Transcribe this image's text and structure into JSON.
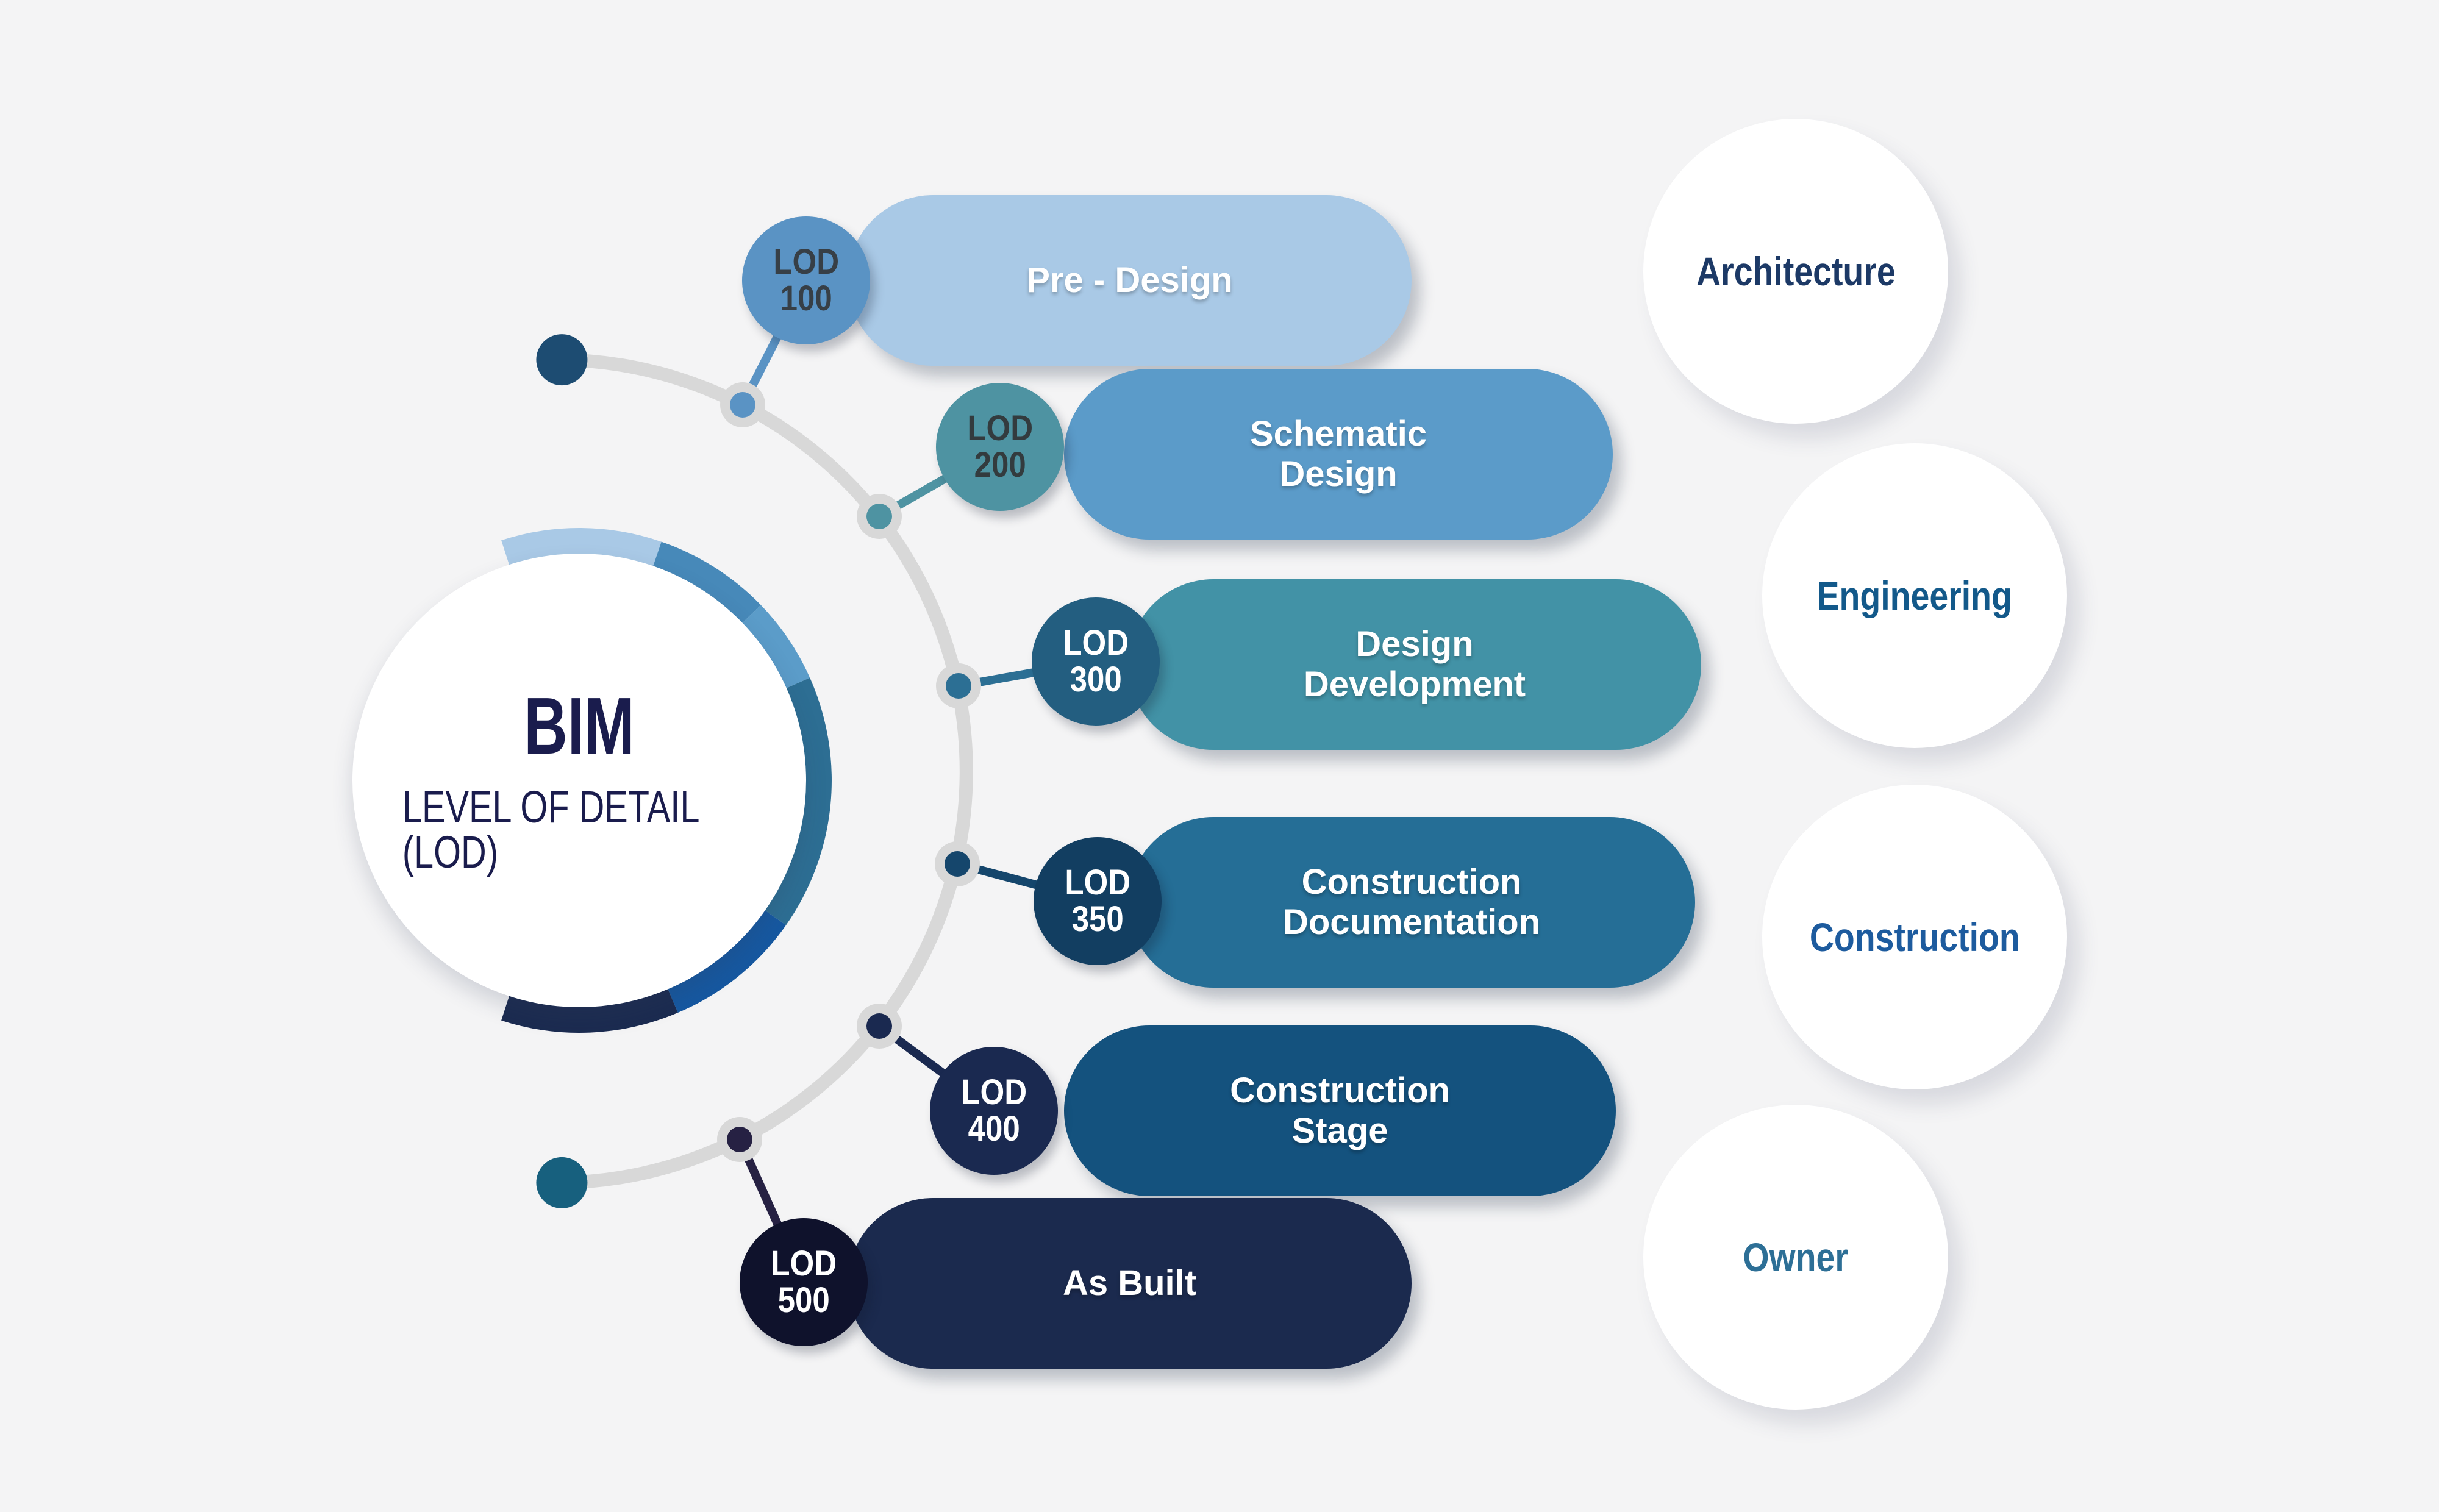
{
  "background_color": "#f4f4f5",
  "center": {
    "title": "BIM",
    "subtitle": "LEVEL OF DETAIL (LOD)",
    "text_color": "#1a1c4d"
  },
  "timeline": {
    "track_color": "#d8d8d8",
    "node_ring_color": "#d8d8d8",
    "start_dot_color": "#1d4c72",
    "end_dot_color": "#17607e"
  },
  "ring_segments": [
    "#a9c9e6",
    "#4789b9",
    "#5b9cc9",
    "#2d6e93",
    "#1658a0",
    "#1b2b50"
  ],
  "stages": [
    {
      "badge_lines": [
        "LOD",
        "100"
      ],
      "label_lines": [
        "Pre - Design"
      ],
      "pill_color": "#a9c9e6",
      "badge_color": "#5a93c4",
      "badge_text_color": "#373f46",
      "accent_color": "#5a93c4"
    },
    {
      "badge_lines": [
        "LOD",
        "200"
      ],
      "label_lines": [
        "Schematic",
        "Design"
      ],
      "pill_color": "#5b9bc9",
      "badge_color": "#4e93a2",
      "badge_text_color": "#333b3e",
      "accent_color": "#4e93a2"
    },
    {
      "badge_lines": [
        "LOD",
        "300"
      ],
      "label_lines": [
        "Design",
        "Development"
      ],
      "pill_color": "#4292a6",
      "badge_color": "#235e80",
      "badge_text_color": "#ffffff",
      "accent_color": "#2c6f94"
    },
    {
      "badge_lines": [
        "LOD",
        "350"
      ],
      "label_lines": [
        "Construction",
        "Documentation"
      ],
      "pill_color": "#256e96",
      "badge_color": "#123e61",
      "badge_text_color": "#ffffff",
      "accent_color": "#15466c"
    },
    {
      "badge_lines": [
        "LOD",
        "400"
      ],
      "label_lines": [
        "Construction",
        "Stage"
      ],
      "pill_color": "#14527e",
      "badge_color": "#1a2950",
      "badge_text_color": "#ffffff",
      "accent_color": "#1a2950"
    },
    {
      "badge_lines": [
        "LOD",
        "500"
      ],
      "label_lines": [
        "As Built"
      ],
      "pill_color": "#1b2a4e",
      "badge_color": "#0f122c",
      "badge_text_color": "#ffffff",
      "accent_color": "#262143"
    }
  ],
  "roles": [
    {
      "label": "Architecture",
      "text_color": "#1c3966"
    },
    {
      "label": "Engineering",
      "text_color": "#13598a"
    },
    {
      "label": "Construction",
      "text_color": "#1d5b9e"
    },
    {
      "label": "Owner",
      "text_color": "#2d6f96"
    }
  ]
}
